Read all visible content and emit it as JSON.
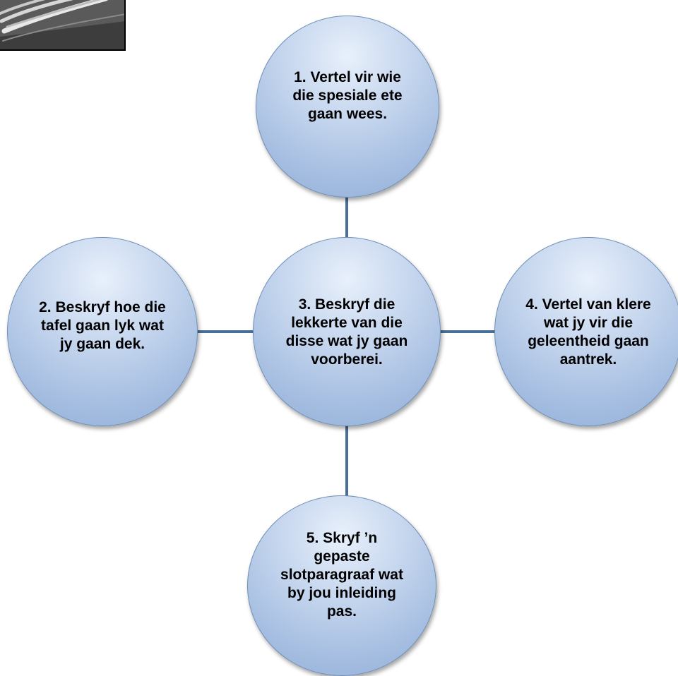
{
  "photo": {
    "icon": "cutlery-photo"
  },
  "colors": {
    "connector": "#4a6f98",
    "node_fill": "#b4c8e6",
    "node_border": "#6f8fb5"
  },
  "nodes": [
    {
      "label": "1. Vertel vir wie die spesiale ete gaan wees."
    },
    {
      "label": "2. Beskryf hoe die tafel gaan lyk wat jy gaan dek."
    },
    {
      "label": "3. Beskryf die lekkerte van die disse wat jy gaan voorberei."
    },
    {
      "label": "4. Vertel van klere wat jy vir die geleentheid gaan aantrek."
    },
    {
      "label": "5. Skryf ’n gepaste slotparagraaf wat by jou inleiding pas."
    }
  ]
}
